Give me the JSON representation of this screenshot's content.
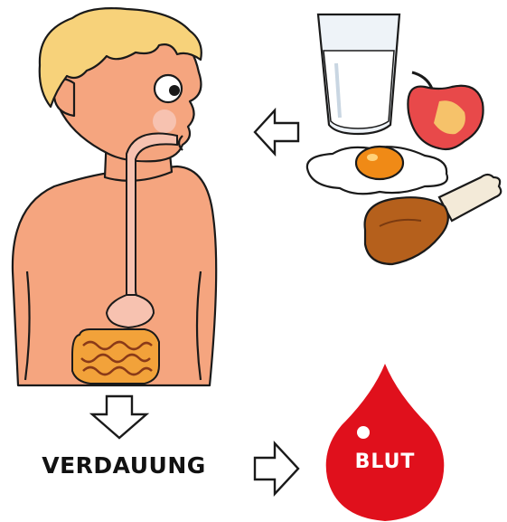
{
  "labels": {
    "digestion": "VERDAUUNG",
    "blood": "BLUT"
  },
  "colors": {
    "skin": "#f5a57f",
    "hair": "#f7d27a",
    "blood": "#e0101c",
    "outline": "#1a1a1a"
  },
  "icons": [
    "boy-figure",
    "milk-glass-icon",
    "apple-icon",
    "fried-egg-icon",
    "chicken-leg-icon",
    "arrow-left-icon",
    "arrow-down-icon",
    "arrow-right-icon",
    "blood-drop-icon"
  ]
}
